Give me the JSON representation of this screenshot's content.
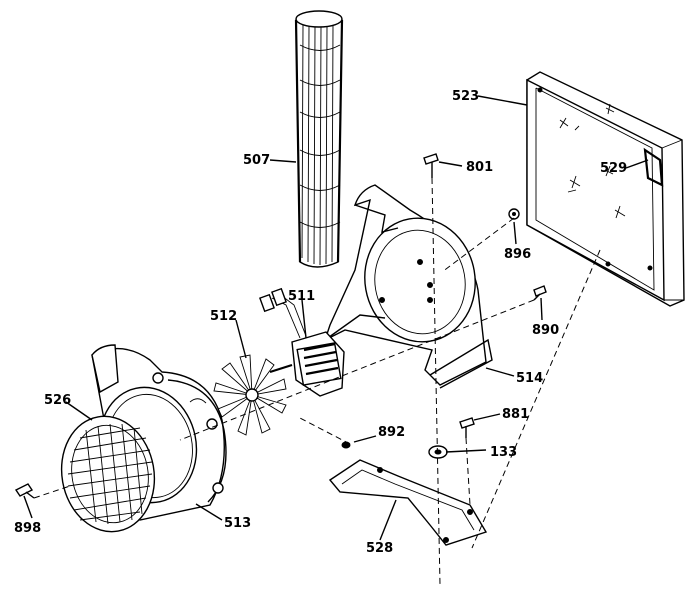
{
  "diagram": {
    "labels": [
      {
        "id": "523",
        "text": "523"
      },
      {
        "id": "529",
        "text": "529"
      },
      {
        "id": "801",
        "text": "801"
      },
      {
        "id": "507",
        "text": "507"
      },
      {
        "id": "896",
        "text": "896"
      },
      {
        "id": "890",
        "text": "890"
      },
      {
        "id": "511",
        "text": "511"
      },
      {
        "id": "512",
        "text": "512"
      },
      {
        "id": "514",
        "text": "514"
      },
      {
        "id": "526",
        "text": "526"
      },
      {
        "id": "892",
        "text": "892"
      },
      {
        "id": "881",
        "text": "881"
      },
      {
        "id": "133",
        "text": "133"
      },
      {
        "id": "898",
        "text": "898"
      },
      {
        "id": "513",
        "text": "513"
      },
      {
        "id": "528",
        "text": "528"
      }
    ]
  }
}
